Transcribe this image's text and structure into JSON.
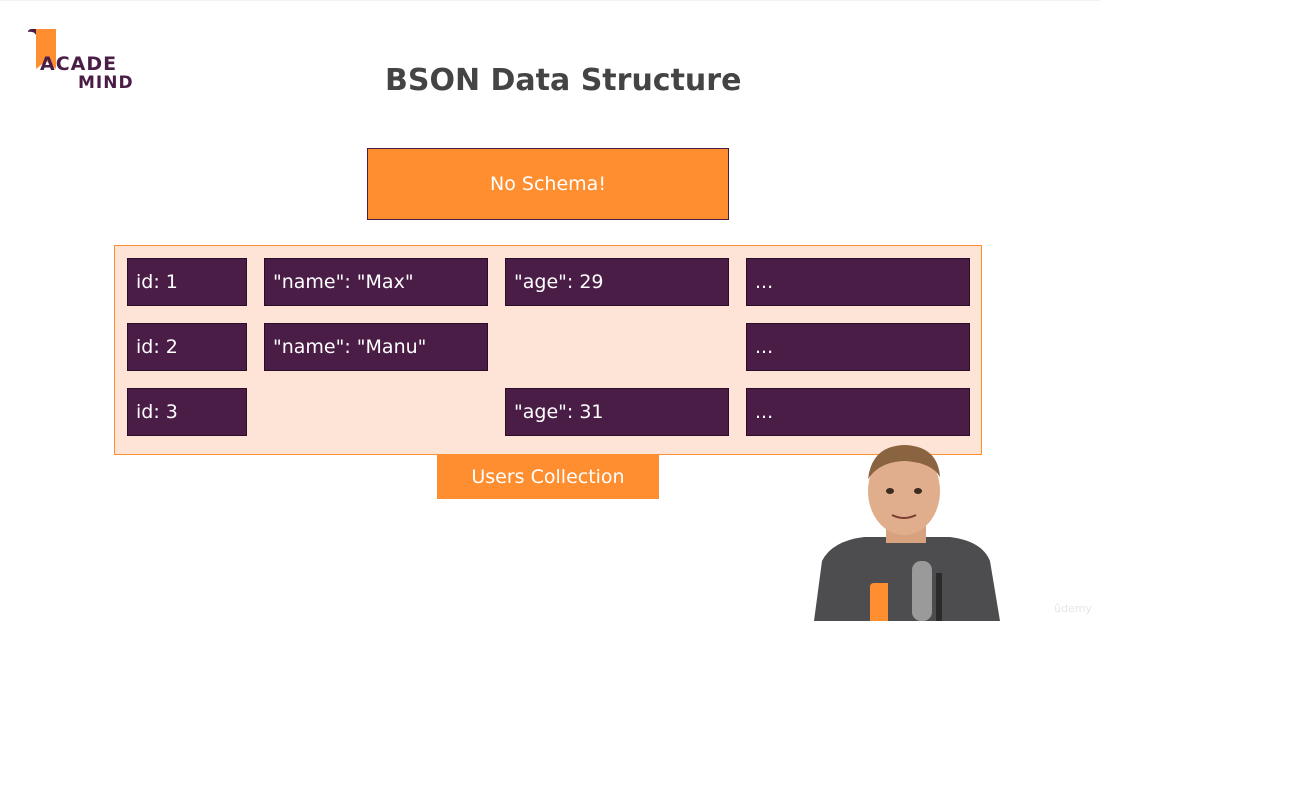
{
  "logo": {
    "line1": "ACADE",
    "line2": "MIND",
    "bookmark_icon": "bookmark-icon"
  },
  "title": "BSON Data Structure",
  "schema_note": "No Schema!",
  "documents": [
    {
      "id": "id: 1",
      "name": "\"name\": \"Max\"",
      "age": "\"age\": 29",
      "more": "..."
    },
    {
      "id": "id: 2",
      "name": "\"name\": \"Manu\"",
      "more": "..."
    },
    {
      "id": "id: 3",
      "age": "\"age\": 31",
      "more": "..."
    }
  ],
  "collection_label": "Users Collection",
  "watermark": "ûdemy",
  "colors": {
    "accent_orange": "#ff8e31",
    "purple": "#4a1d47",
    "collection_bg": "#fde4d6",
    "title": "#444444"
  }
}
